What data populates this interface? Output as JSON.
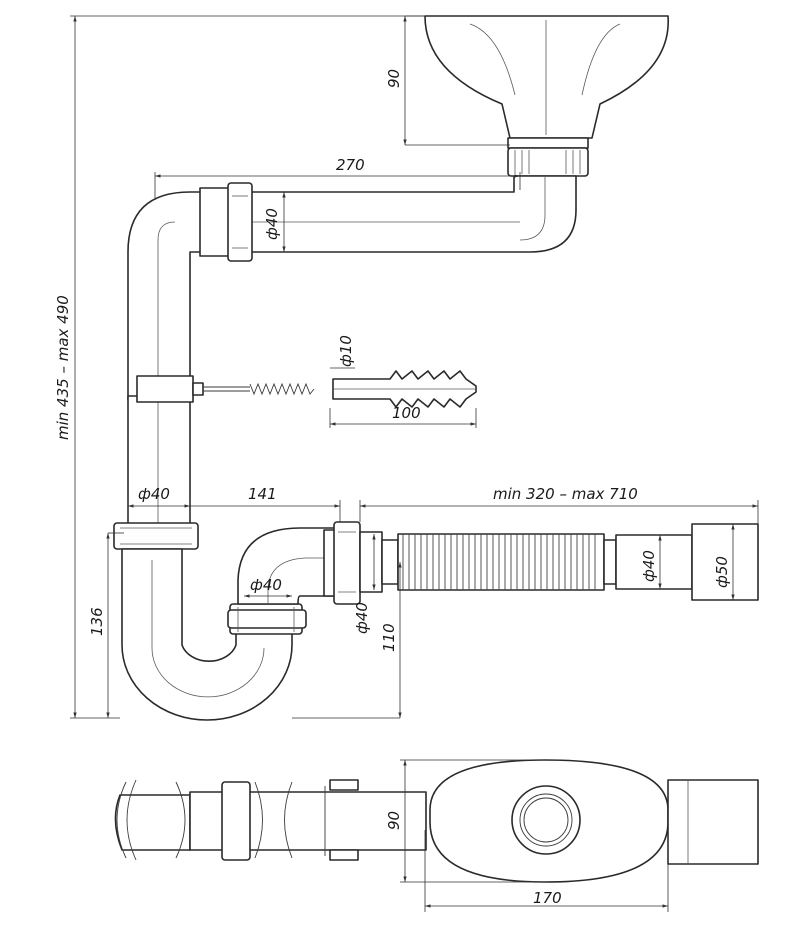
{
  "dimensions": {
    "basin_height": "90",
    "upper_length": "270",
    "upper_diameter": "ф40",
    "total_height": "min 435 – max 490",
    "bolt_diameter": "ф10",
    "bolt_length": "100",
    "vertical_diameter": "ф40",
    "offset": "141",
    "hose_length": "min 320 – max 710",
    "trap_diameter": "ф40",
    "lower_height": "136",
    "outlet_diameter": "ф40",
    "outlet_height": "110",
    "hose_end_diameter": "ф40",
    "end_diameter": "ф50",
    "plan_height": "90",
    "plan_width": "170"
  }
}
